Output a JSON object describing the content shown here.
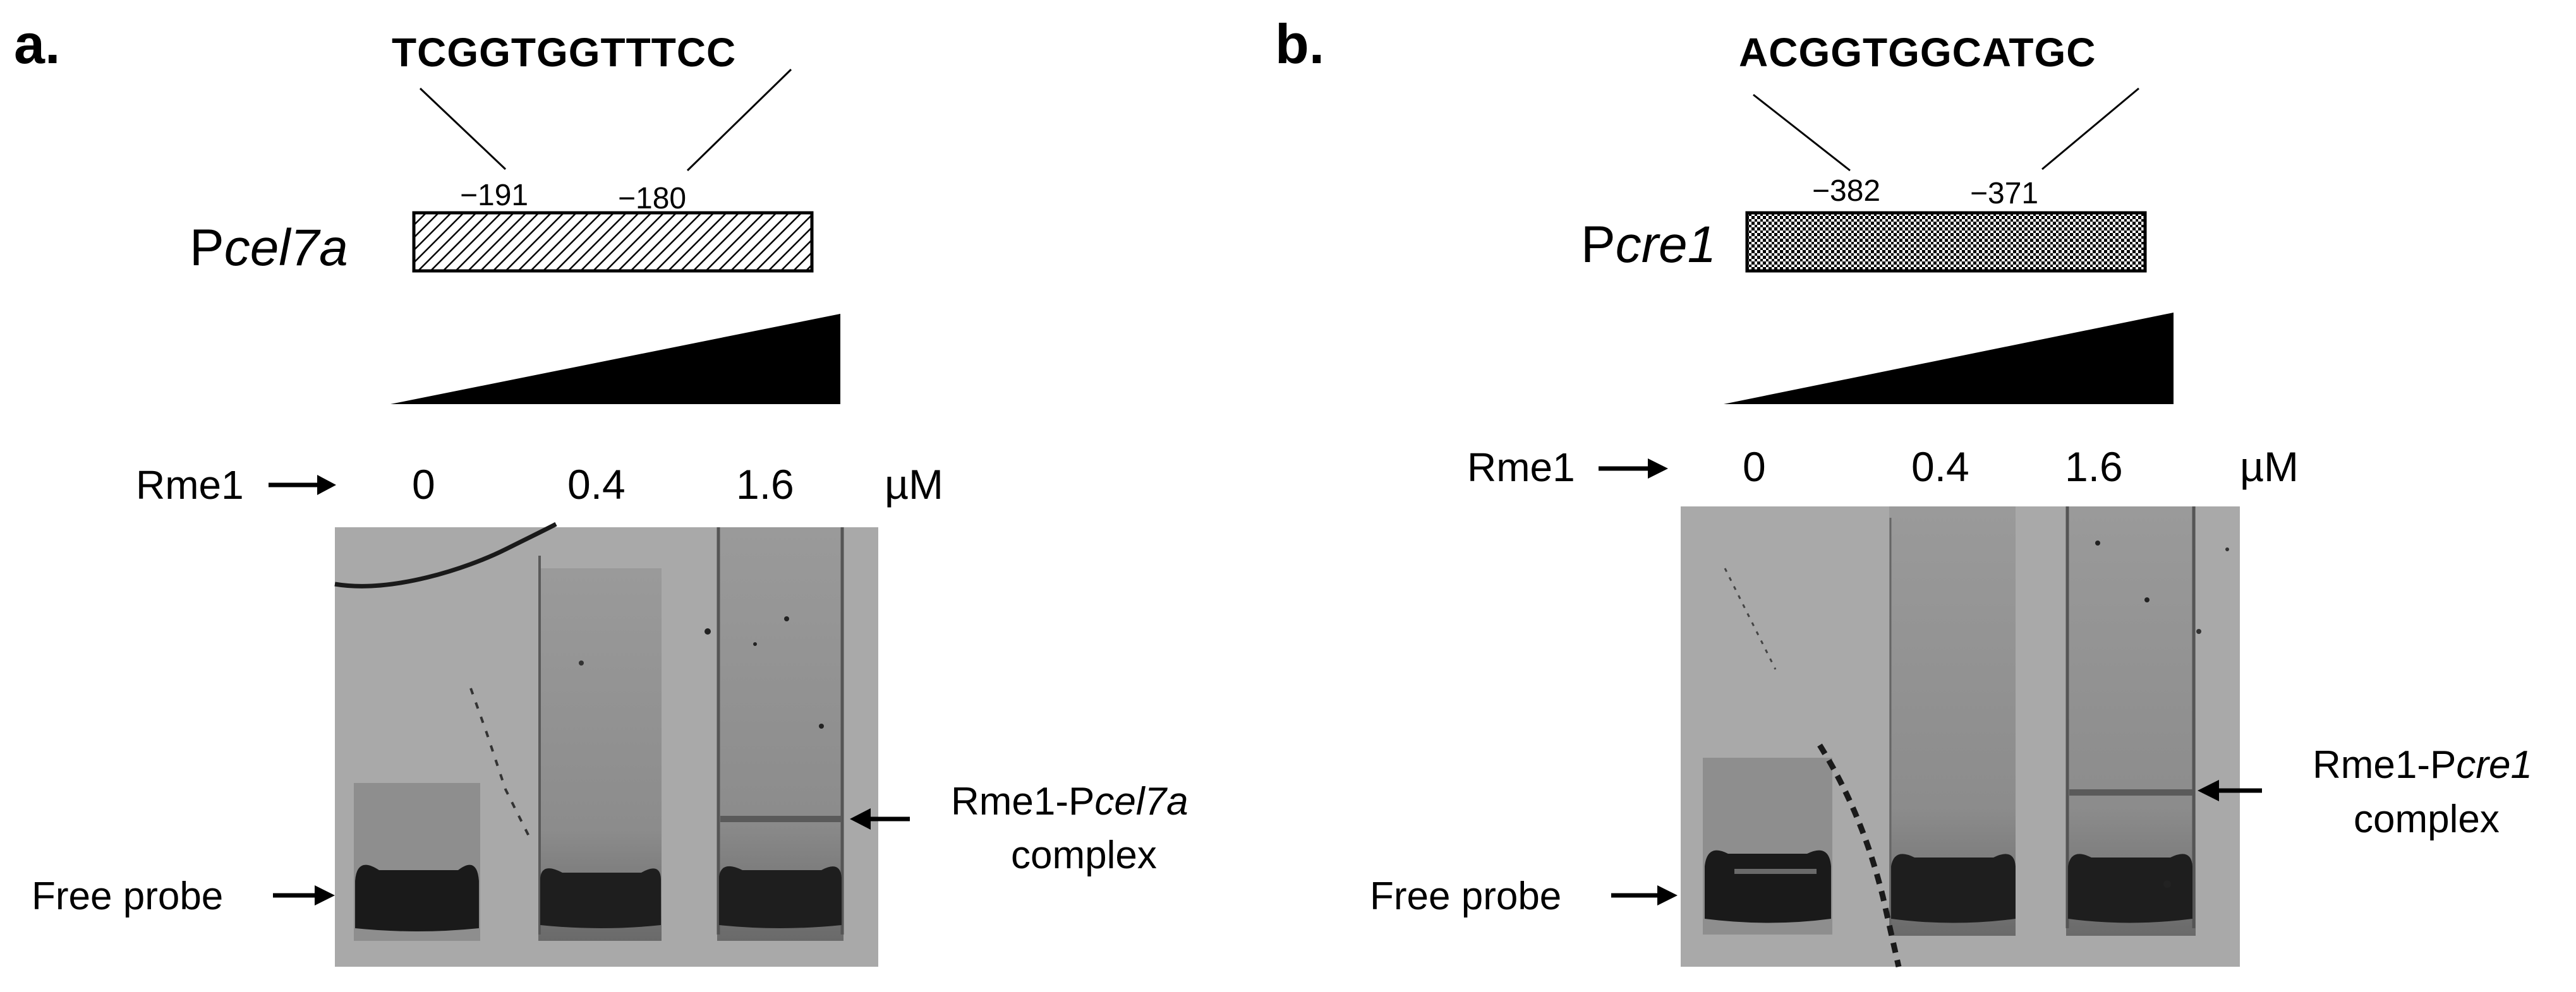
{
  "panels": [
    {
      "label": "a.",
      "sequence": "TCGGTGGTTTCC",
      "pos_start": "−191",
      "pos_end": "−180",
      "promoter_prefix": "P",
      "promoter_name": "cel7a",
      "row_label": "Rme1",
      "concentrations": [
        "0",
        "0.4",
        "1.6"
      ],
      "unit": "µM",
      "complex_prefix": "Rme1-P",
      "complex_italic": "cel7a",
      "complex_line2": "complex",
      "free_probe": "Free probe"
    },
    {
      "label": "b.",
      "sequence": "ACGGTGGCATGC",
      "pos_start": "−382",
      "pos_end": "−371",
      "promoter_prefix": "P",
      "promoter_name": "cre1",
      "row_label": "Rme1",
      "concentrations": [
        "0",
        "0.4",
        "1.6"
      ],
      "unit": "µM",
      "complex_prefix": "Rme1-P",
      "complex_italic": "cre1",
      "complex_line2": "complex",
      "free_probe": "Free probe"
    }
  ],
  "colors": {
    "gel_background": "#a9a9a9",
    "band": "#1a1a1a",
    "ink": "#000000"
  }
}
